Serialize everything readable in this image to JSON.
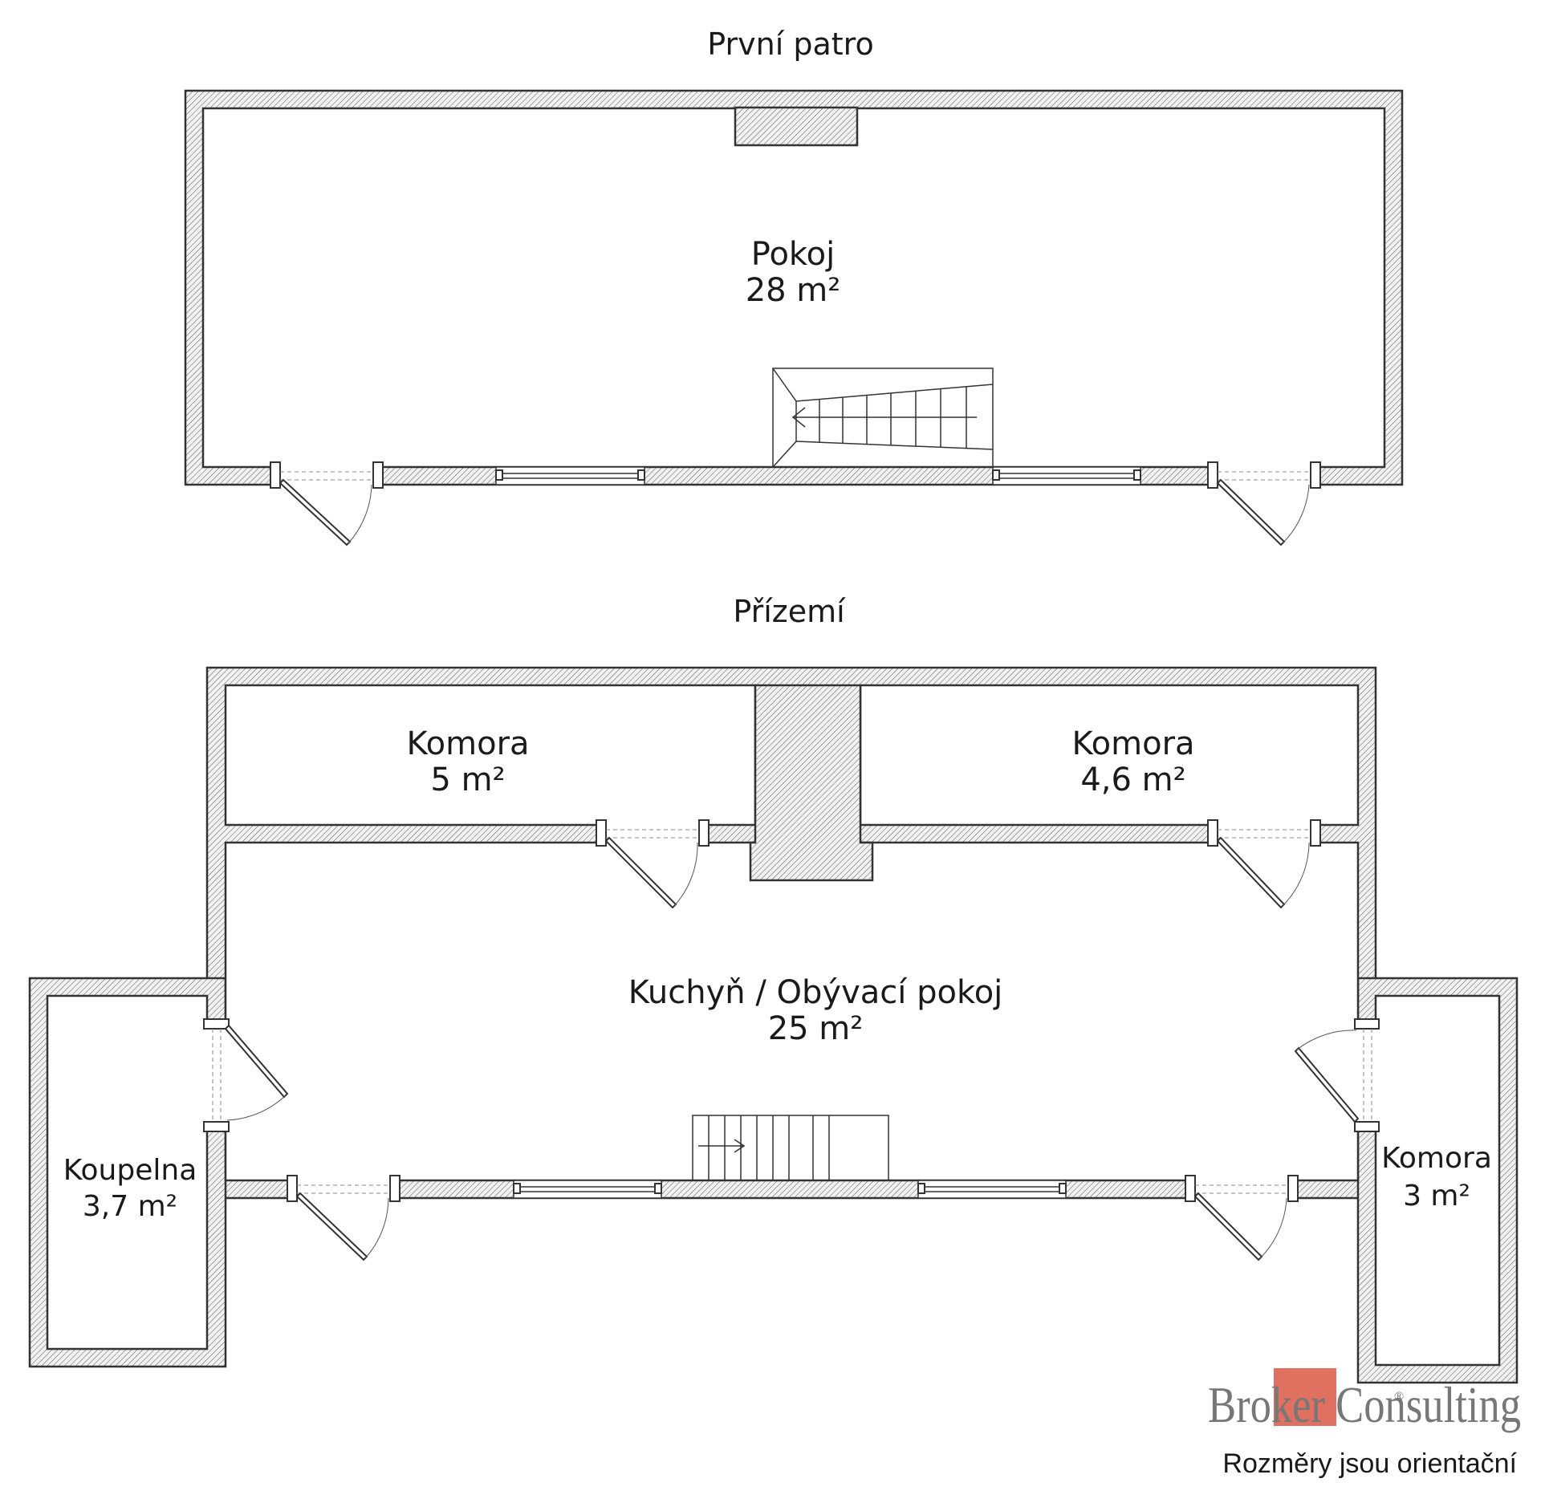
{
  "floors": {
    "upper": {
      "title": "První patro",
      "rooms": [
        {
          "name": "Pokoj",
          "area": "28 m²"
        }
      ]
    },
    "ground": {
      "title": "Přízemí",
      "rooms": [
        {
          "name": "Komora",
          "area": "5 m²"
        },
        {
          "name": "Komora",
          "area": "4,6 m²"
        },
        {
          "name": "Kuchyň / Obývací pokoj",
          "area": "25 m²"
        },
        {
          "name": "Koupelna",
          "area": "3,7 m²"
        },
        {
          "name": "Komora",
          "area": "3 m²"
        }
      ]
    }
  },
  "brand": {
    "logo": "Broker Consulting",
    "registered": "®",
    "accent_color": "#e07060"
  },
  "note": "Rozměry jsou orientační",
  "colors": {
    "wall_stroke": "#333333",
    "hatch": "#555555",
    "background": "#ffffff"
  }
}
